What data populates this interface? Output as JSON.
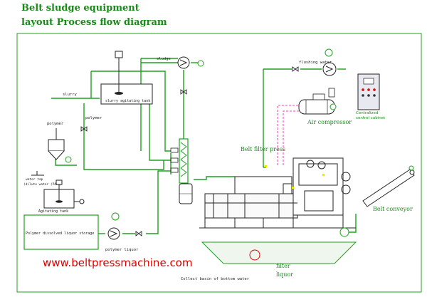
{
  "title": {
    "line1": "Belt sludge equipment",
    "line2": "layout Process flow diagram"
  },
  "labels": {
    "sludge": "sludge",
    "flushing_water": "flushing water",
    "slurry": "slurry",
    "slurry_agitating_tank": "slurry agitating tank",
    "polymer_pipe": "polymer",
    "polymer": "polymer",
    "water_tap": "water tap",
    "dilute_water": "(dilute water (PAM))",
    "agitating_tank": "Agitating tank",
    "polymer_storage": "Polymer dissolved liquor storage",
    "polymer_liquor": "polymer liquor",
    "centralized_control_cabinet": "Centralized control cabinet",
    "air_compressor": "Air compressor",
    "belt_filter_press": "Belt filter press",
    "belt_conveyor": "Belt conveyor",
    "filter_liquor": "filter liquor",
    "collect_basin": "Collect basin of bottom water"
  },
  "website": "www.beltpressmachine.com",
  "colors": {
    "pipe": "#1fa01f",
    "title": "#1a8a1a",
    "red": "#e00000",
    "pink": "#ff66cc",
    "yellow": "#f2e200"
  },
  "icons": [
    "pump-icon",
    "valve-icon",
    "agitator-icon",
    "gear-icon"
  ]
}
